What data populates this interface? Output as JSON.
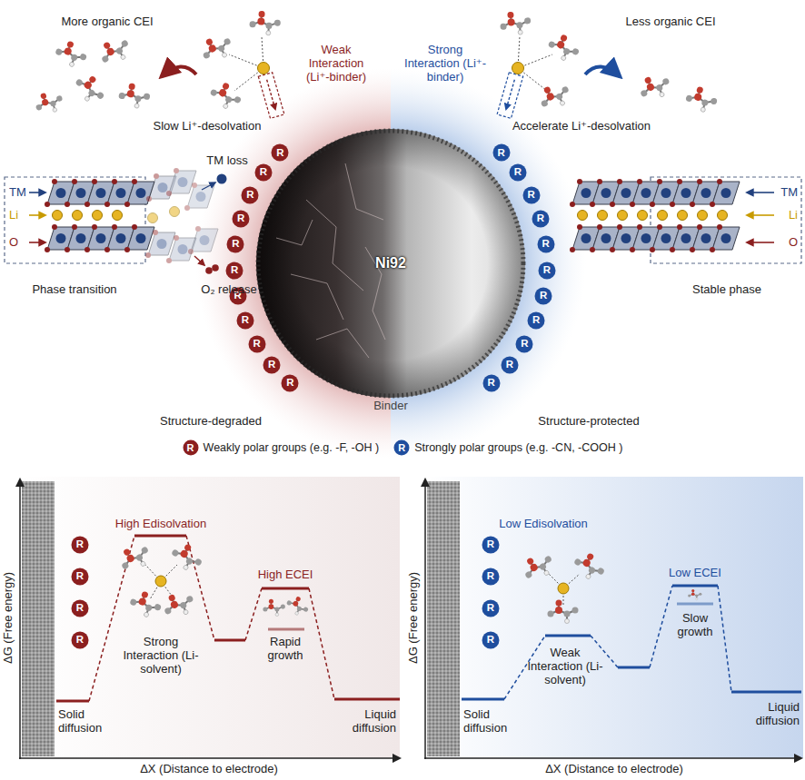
{
  "diagram": {
    "nodes": [
      {
        "text": [
          "Ni92"
        ]
      },
      {
        "text": [
          "R"
        ]
      },
      {
        "text": [
          "R"
        ]
      },
      {
        "text": [
          "R"
        ]
      },
      {
        "text": [
          "R"
        ]
      },
      {
        "text": [
          "R"
        ]
      },
      {
        "text": [
          "R"
        ]
      },
      {
        "text": [
          "R"
        ]
      },
      {
        "text": [
          "R"
        ]
      },
      {
        "text": [
          "R"
        ]
      },
      {
        "text": [
          "R"
        ]
      },
      {
        "text": [
          "R"
        ]
      },
      {
        "text": [
          "R"
        ]
      },
      {
        "text": [
          "R"
        ]
      },
      {
        "text": [
          "R"
        ]
      },
      {
        "text": [
          "R"
        ]
      },
      {
        "text": [
          "R"
        ]
      },
      {
        "text": [
          "R"
        ]
      },
      {
        "text": [
          "R"
        ]
      },
      {
        "text": [
          "R"
        ]
      },
      {
        "text": [
          "R"
        ]
      },
      {
        "text": [
          "R"
        ]
      },
      {
        "text": [
          "R"
        ]
      },
      {
        "text": [
          "R"
        ]
      },
      {
        "text": [
          "R"
        ]
      },
      {
        "text": [
          "R"
        ]
      },
      {
        "text": [
          "R"
        ]
      },
      {
        "text": [
          "R"
        ]
      },
      {
        "text": [
          "R"
        ]
      },
      {
        "text": [
          "R"
        ]
      },
      {
        "text": [
          "R"
        ]
      }
    ],
    "labels": [
      "More organic CEI",
      "Weak Interaction (Li⁺-binder)",
      "Strong Interaction (Li⁺-binder)",
      "Less organic CEI",
      "Slow Li⁺-desolvation",
      "Accelerate Li⁺-desolvation",
      "TM loss",
      "TM",
      "Li",
      "O",
      "Phase transition",
      "O₂ release",
      "TM",
      "Li",
      "O",
      "Stable phase",
      "Binder",
      "Structure-degraded",
      "Structure-protected",
      "R",
      "R",
      "ΔG (Free energy)",
      "High Edisolvation",
      "Strong Interaction (Li-solvent)",
      "High ECEI",
      "Rapid growth",
      "Solid diffusion",
      "Liquid diffusion",
      "ΔX (Distance to electrode)",
      "ΔG (Free energy)",
      "Low Edisolvation",
      "Weak Interaction (Li-solvent)",
      "Low ECEI",
      "Slow growth",
      "Solid diffusion",
      "Liquid diffusion",
      "ΔX (Distance to electrode)"
    ],
    "legend": [
      {
        "text": "Weakly polar groups (e.g. -F, -OH )",
        "color": "#8b1f1f"
      },
      {
        "text": "Strongly polar groups (e.g. -CN, -COOH )",
        "color": "#1f4e9e"
      }
    ]
  }
}
